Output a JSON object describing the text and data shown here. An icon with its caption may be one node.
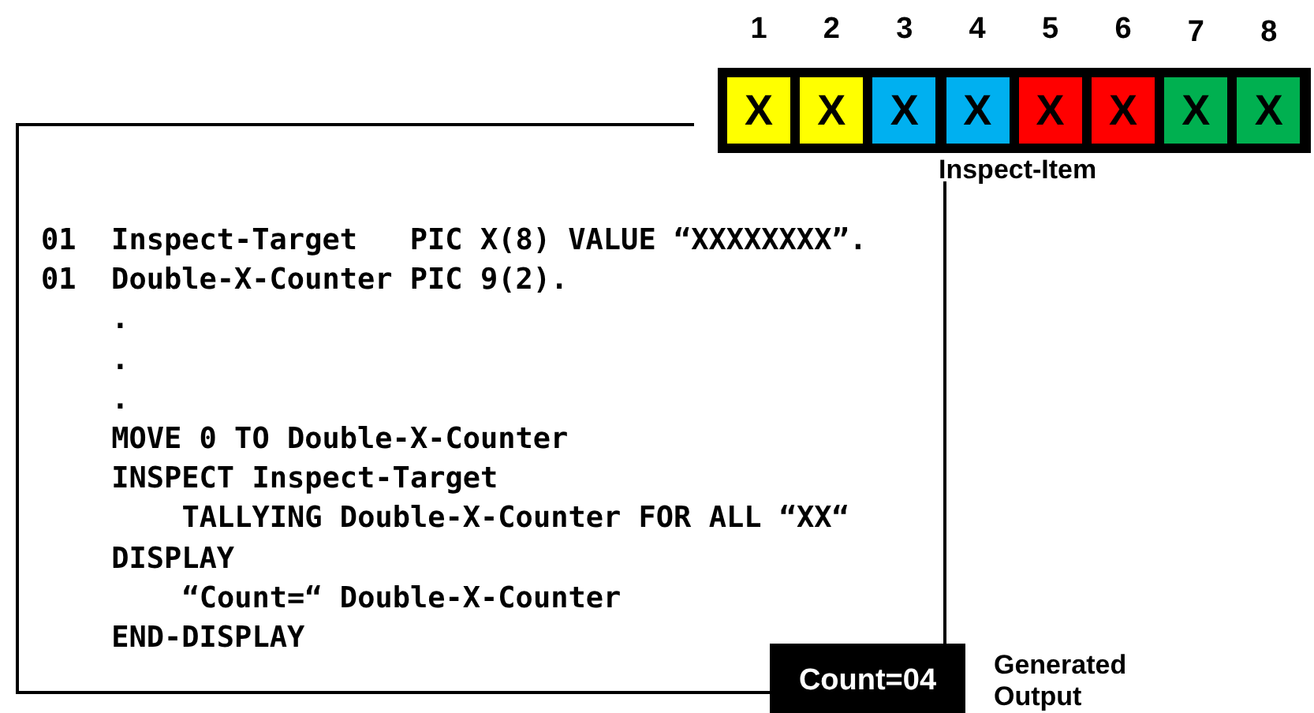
{
  "diagram": {
    "nodes": [
      {
        "text": [
          "Inspect-Item"
        ]
      },
      {
        "text": [
          "X"
        ],
        "in": 0,
        "beside": [
          "1"
        ]
      },
      {
        "text": [
          "X"
        ],
        "in": 0,
        "beside": [
          "2"
        ]
      },
      {
        "text": [
          "X"
        ],
        "in": 0,
        "beside": [
          "3"
        ]
      },
      {
        "text": [
          "X"
        ],
        "in": 0,
        "beside": [
          "4"
        ]
      },
      {
        "text": [
          "X"
        ],
        "in": 0,
        "beside": [
          "5"
        ]
      },
      {
        "text": [
          "X"
        ],
        "in": 0,
        "beside": [
          "6"
        ]
      },
      {
        "text": [
          "X"
        ],
        "in": 0,
        "beside": [
          "7"
        ]
      },
      {
        "text": [
          "X"
        ],
        "in": 0,
        "beside": [
          "8"
        ]
      },
      {
        "text": [
          "01  Inspect-Target   PIC X(8) VALUE “XXXXXXXX”.",
          "01  Double-X-Counter PIC 9(2).",
          ".",
          ".",
          ".",
          "MOVE 0 TO Double-X-Counter",
          "INSPECT Inspect-Target",
          "TALLYING Double-X-Counter FOR ALL “XX“",
          "DISPLAY",
          "“Count=“ Double-X-Counter",
          "END-DISPLAY"
        ]
      },
      {
        "text": [
          "Count=04"
        ],
        "beside": [
          "Generated Output"
        ]
      }
    ],
    "edges": []
  }
}
